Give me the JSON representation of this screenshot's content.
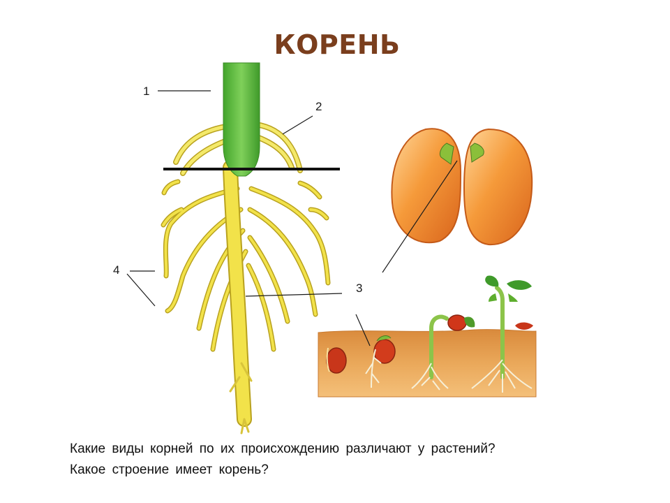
{
  "slide": {
    "title": "КОРЕНЬ",
    "questions": [
      "Какие виды корней по их происхождению различают у растений?",
      "Какое строение имеет корень?"
    ]
  },
  "diagram": {
    "labels": [
      "1",
      "2",
      "3",
      "4"
    ]
  },
  "colors": {
    "title": "#7a3e1d",
    "stem_green": "#58b83a",
    "root_yellow": "#f2e24a",
    "root_outline": "#b8a11e",
    "seed_orange": "#f08a2a",
    "soil": "#e5a052"
  }
}
